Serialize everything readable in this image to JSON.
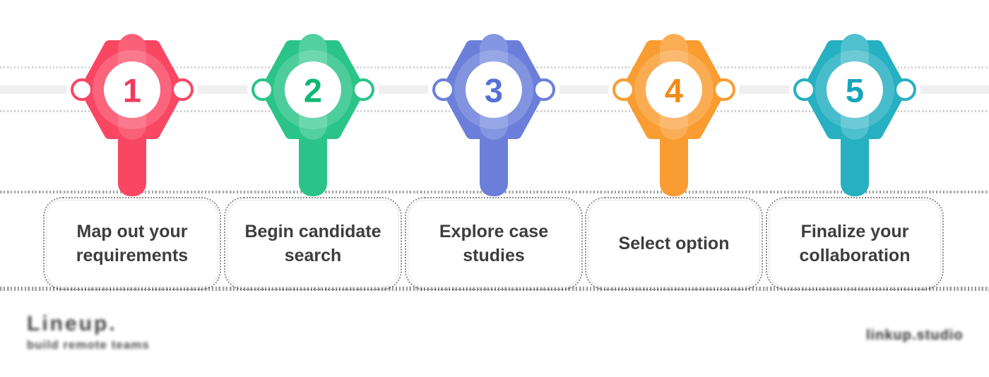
{
  "steps": [
    {
      "number": "1",
      "label": "Map out your requirements",
      "color": "#f94763",
      "tint": "#fa6077",
      "number_color": "#f23a5e"
    },
    {
      "number": "2",
      "label": "Begin candidate search",
      "color": "#2bc488",
      "tint": "#52d09e",
      "number_color": "#10b875"
    },
    {
      "number": "3",
      "label": "Explore case studies",
      "color": "#6b7fda",
      "tint": "#8495e2",
      "number_color": "#5671d8"
    },
    {
      "number": "4",
      "label": "Select option",
      "color": "#f99c31",
      "tint": "#fbad55",
      "number_color": "#f18b17"
    },
    {
      "number": "5",
      "label": "Finalize your collaboration",
      "color": "#26b0c1",
      "tint": "#4fc0cd",
      "number_color": "#15a6ba"
    }
  ],
  "footer": {
    "logo_text": "Lineup.",
    "logo_tagline": "build remote teams",
    "watermark": "linkup.studio"
  },
  "colors": {
    "background": "#ffffff",
    "timeline_line": "#efefef",
    "card_background": "#ffffff",
    "card_border": "#e4e4e4",
    "card_text": "#3e3e3e"
  }
}
